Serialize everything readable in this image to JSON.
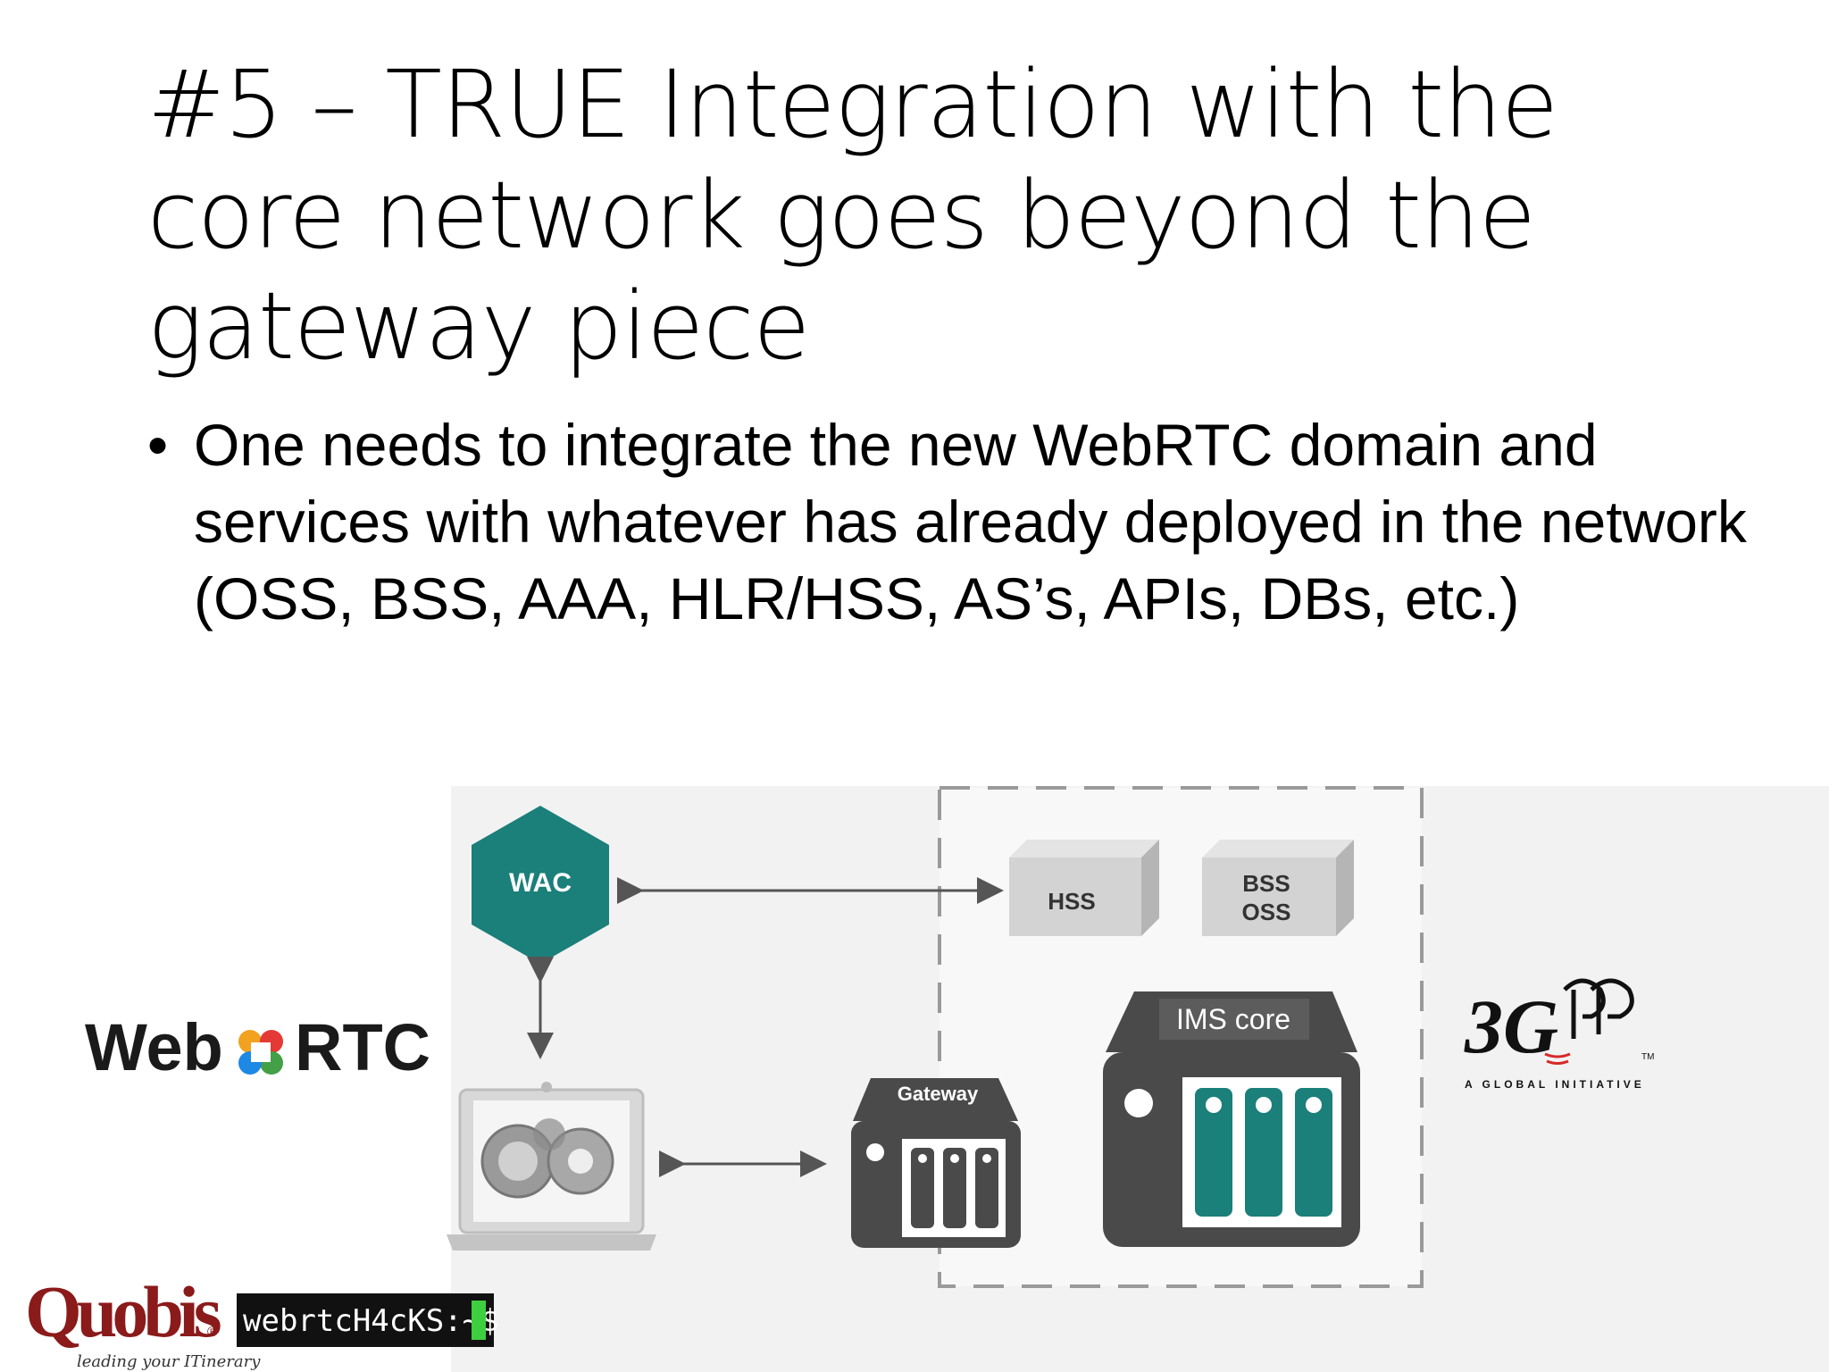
{
  "slide": {
    "title": "#5 – TRUE Integration with the core network goes beyond the gateway piece",
    "bullets": [
      "One needs to integrate the new WebRTC domain and services with whatever has already deployed in the network (OSS, BSS, AAA, HLR/HSS, AS’s, APIs, DBs, etc.)"
    ]
  },
  "diagram": {
    "wac_label": "WAC",
    "hss_label": "HSS",
    "bss_label": "BSS",
    "oss_label": "OSS",
    "ims_label": "IMS core",
    "gateway_label": "Gateway",
    "webrtc_logo": "WebRTC",
    "logo_3gpp": "3GPP",
    "logo_3gpp_sub": "A GLOBAL INITIATIVE",
    "quobis_logo": "Quobis",
    "quobis_tagline": "leading your ITinerary",
    "webrtchacks_logo": "webrtcH4cKS:~$"
  },
  "colors": {
    "teal": "#1b7f7a",
    "dark_gray": "#4a4a4a",
    "light_gray": "#d3d3d3",
    "quobis_red": "#8b1a1a"
  }
}
